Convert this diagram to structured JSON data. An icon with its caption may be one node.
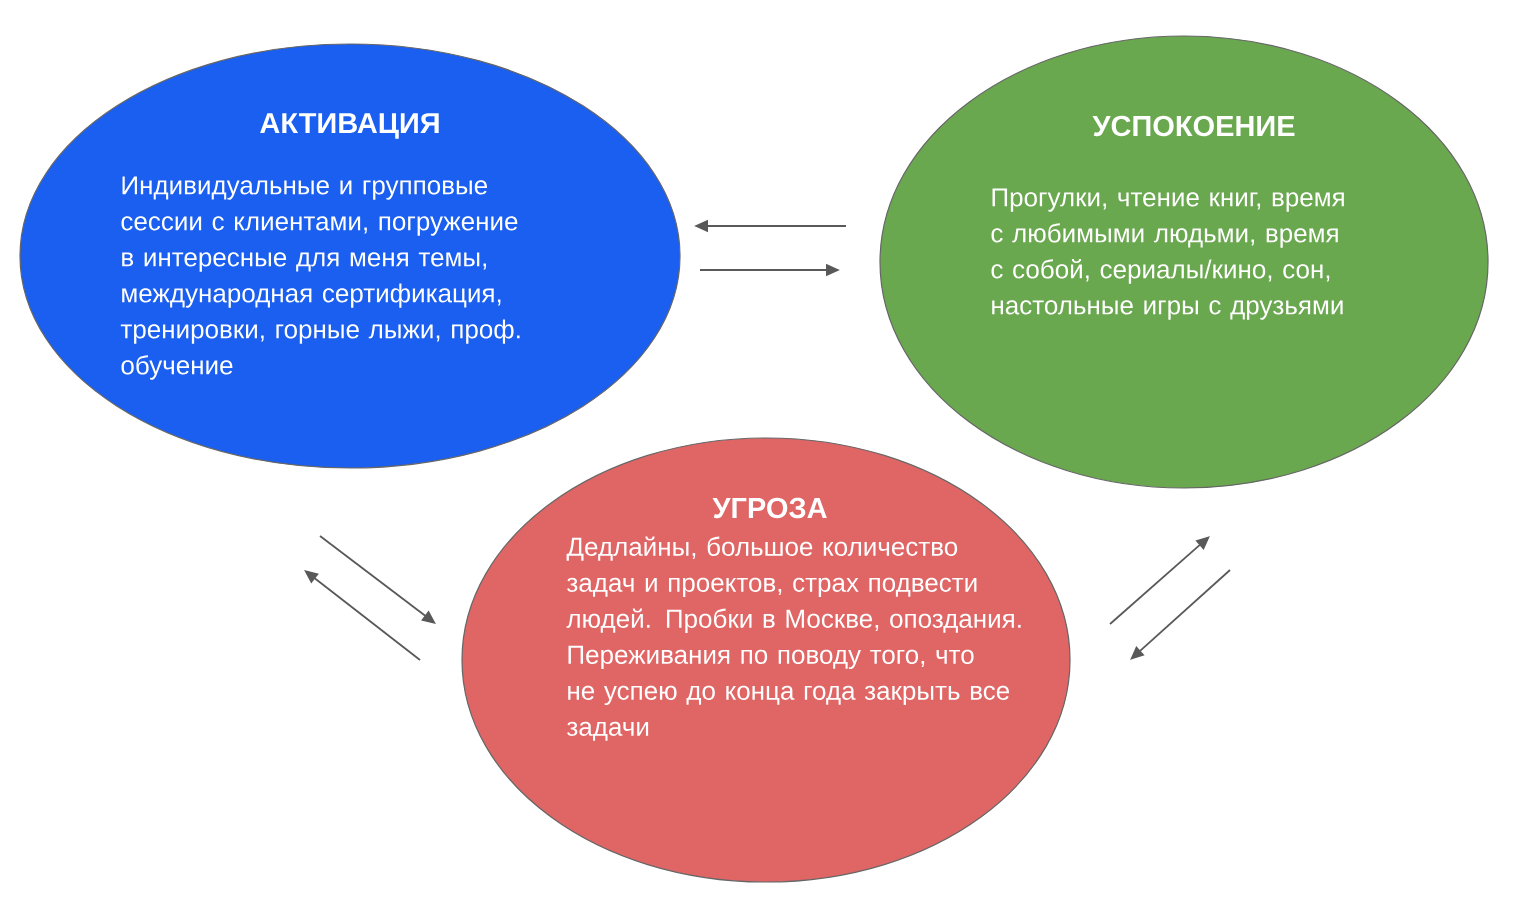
{
  "diagram": {
    "nodes": [
      {
        "text": [
          "АКТИВАЦИЯ",
          "Индивидуальные и групповые сессии с клиентами, погружение в интересные для меня темы, международная сертификация, тренировки, горные лыжи, проф. обучение"
        ]
      },
      {
        "text": [
          "УСПОКОЕНИЕ",
          "Прогулки, чтение книг, время с любимыми людьми, время с собой, сериалы/кино, сон, настольные игры с друзьями"
        ]
      },
      {
        "text": [
          "УГРОЗА",
          "Дедлайны, большое количество задач и проектов, страх подвести людей. Пробки в Москве, опоздания. Переживания по поводу того, что не успею до конца года закрыть все задачи"
        ]
      }
    ],
    "edges": [
      {
        "from": 1,
        "to": 0,
        "arrow": "to"
      },
      {
        "from": 0,
        "to": 1,
        "arrow": "to"
      },
      {
        "from": 0,
        "to": 2,
        "arrow": "to"
      },
      {
        "from": 2,
        "to": 0,
        "arrow": "to"
      },
      {
        "from": 2,
        "to": 1,
        "arrow": "to"
      },
      {
        "from": 1,
        "to": 2,
        "arrow": "to"
      }
    ]
  }
}
